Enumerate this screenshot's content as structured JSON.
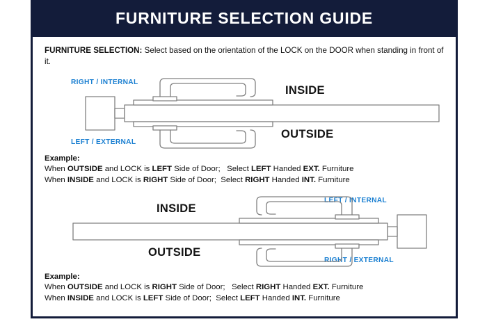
{
  "header": {
    "title": "FURNITURE SELECTION GUIDE",
    "accent_color": "#131c3a",
    "label_blue": "#1a7fd1"
  },
  "intro": {
    "lead": "FURNITURE SELECTION:",
    "text": "Select based on the orientation of the LOCK on the DOOR when standing in front of it."
  },
  "diagram_1": {
    "name": "lock-left-door-diagram",
    "top_blue_label": "RIGHT / INTERNAL",
    "bottom_blue_label": "LEFT / EXTERNAL",
    "inside_label": "INSIDE",
    "outside_label": "OUTSIDE",
    "lock_position": "left"
  },
  "diagram_2": {
    "name": "lock-right-door-diagram",
    "top_blue_label": "LEFT / INTERNAL",
    "bottom_blue_label": "RIGHT / EXTERNAL",
    "inside_label": "INSIDE",
    "outside_label": "OUTSIDE",
    "lock_position": "right"
  },
  "example_1": {
    "heading": "Example:",
    "line1": {
      "w1": "When ",
      "b1": "OUTSIDE",
      "w2": " and LOCK is ",
      "b2": "LEFT",
      "w3": " Side of Door;   Select ",
      "b3": "LEFT",
      "w4": " Handed ",
      "b4": "EXT.",
      "w5": " Furniture"
    },
    "line2": {
      "w1": "When ",
      "b1": "INSIDE",
      "w2": " and LOCK is ",
      "b2": "RIGHT",
      "w3": " Side of Door;  Select ",
      "b3": "RIGHT",
      "w4": " Handed ",
      "b4": "INT.",
      "w5": " Furniture"
    }
  },
  "example_2": {
    "heading": "Example:",
    "line1": {
      "w1": "When ",
      "b1": "OUTSIDE",
      "w2": " and LOCK is ",
      "b2": "RIGHT",
      "w3": " Side of Door;   Select ",
      "b3": "RIGHT",
      "w4": " Handed ",
      "b4": "EXT.",
      "w5": " Furniture"
    },
    "line2": {
      "w1": "When ",
      "b1": "INSIDE",
      "w2": " and LOCK is ",
      "b2": "LEFT",
      "w3": " Side of Door;  Select ",
      "b3": "LEFT",
      "w4": " Handed ",
      "b4": "INT.",
      "w5": " Furniture"
    }
  }
}
